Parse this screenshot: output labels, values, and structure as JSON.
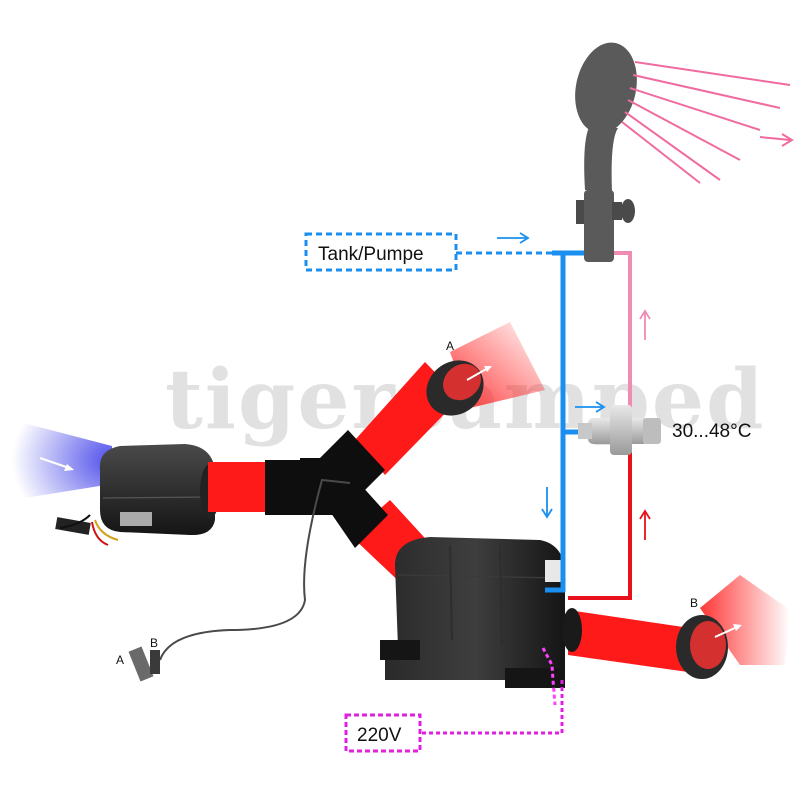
{
  "watermark": "tigercamped",
  "labels": {
    "tank_pump": "Tank/Pumpe",
    "temperature_range": "30...48°C",
    "power": "220V",
    "outlet_a": "A",
    "outlet_b": "B",
    "switch_a": "A",
    "switch_b": "B"
  },
  "colors": {
    "hot_duct": "#ff1a1a",
    "cold_water": "#1a8ff0",
    "hot_water": "#e8101a",
    "mixed_water": "#f08cb4",
    "power_line": "#e020e0",
    "housing": "#1a1a1a",
    "cold_air": "#3a3ae8"
  }
}
